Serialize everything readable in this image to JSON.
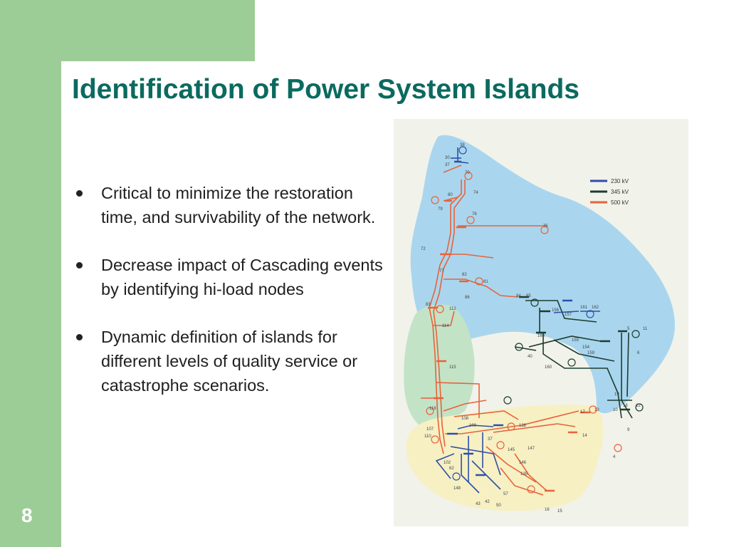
{
  "slide": {
    "title": "Identification of Power System Islands",
    "page_number": "8",
    "bullets": [
      {
        "text": "Critical to minimize the restoration time, and survivability of the network."
      },
      {
        "text": "Decrease impact of Cascading events by identifying hi-load nodes"
      },
      {
        "text": "Dynamic definition of islands for different levels of quality service or catastrophe scenarios."
      }
    ]
  },
  "diagram": {
    "legend": [
      {
        "label": "230 kV",
        "color": "#2e4fa8"
      },
      {
        "label": "345 kV",
        "color": "#1f3b2f"
      },
      {
        "label": "500 kV",
        "color": "#e8623a"
      }
    ],
    "island_colors": {
      "blue": "#a9d6ee",
      "green": "#c3e3c6",
      "yellow": "#f6f0c3"
    },
    "bus_labels": {
      "b1": "38",
      "b2": "30",
      "b3": "37",
      "b4": "70",
      "b5": "80",
      "b6": "74",
      "b7": "79",
      "b8": "76",
      "b9": "75",
      "b10": "72",
      "b11": "77",
      "b12": "82",
      "b13": "81",
      "b14": "86",
      "b15": "83",
      "b16": "112",
      "b17": "114",
      "b18": "115",
      "b19": "84",
      "b20": "85",
      "b21": "156",
      "b22": "157",
      "b23": "161",
      "b24": "162",
      "b25": "155",
      "b26": "154",
      "b27": "159",
      "b28": "5",
      "b29": "11",
      "b30": "6",
      "b31": "12",
      "b32": "18",
      "b33": "10",
      "b34": "9",
      "b35": "13",
      "b36": "14",
      "b37": "4",
      "b38": "118",
      "b39": "108",
      "b40": "109",
      "b41": "107",
      "b42": "37",
      "b43": "138",
      "b44": "147",
      "b45": "145",
      "b46": "135",
      "b47": "57",
      "b48": "42",
      "b49": "50",
      "b50": "43",
      "b51": "16",
      "b52": "15",
      "b53": "110",
      "b54": "102",
      "b55": "40",
      "b56": "160",
      "b57": "163",
      "b58": "17",
      "b59": "19",
      "b60": "148",
      "b61": "62",
      "b62": "146"
    }
  }
}
